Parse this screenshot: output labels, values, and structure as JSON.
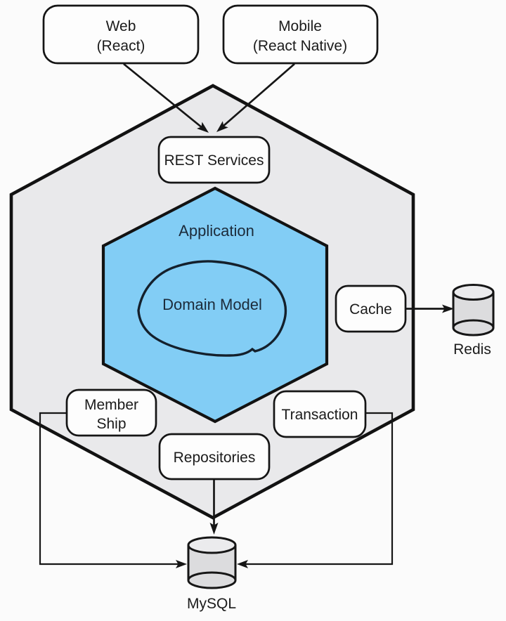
{
  "diagram": {
    "nodes": {
      "web": {
        "line1": "Web",
        "line2": "(React)"
      },
      "mobile": {
        "line1": "Mobile",
        "line2": "(React Native)"
      },
      "rest": {
        "label": "REST Services"
      },
      "application": {
        "label": "Application"
      },
      "domain_model": {
        "label": "Domain Model"
      },
      "cache": {
        "label": "Cache"
      },
      "membership": {
        "line1": "Member",
        "line2": "Ship"
      },
      "transaction": {
        "label": "Transaction"
      },
      "repositories": {
        "label": "Repositories"
      },
      "redis": {
        "label": "Redis"
      },
      "mysql": {
        "label": "MySQL"
      }
    },
    "colors": {
      "background": "#fbfbfb",
      "outer_hexagon_fill": "#e9e9eb",
      "inner_hexagon_fill": "#82cdf5",
      "box_fill": "#fdfdfd",
      "cylinder_body_fill": "#dcdcde",
      "cylinder_top_fill": "#ebebed",
      "line_color": "#161616",
      "navy_text_color": "#1c2b3a"
    }
  }
}
